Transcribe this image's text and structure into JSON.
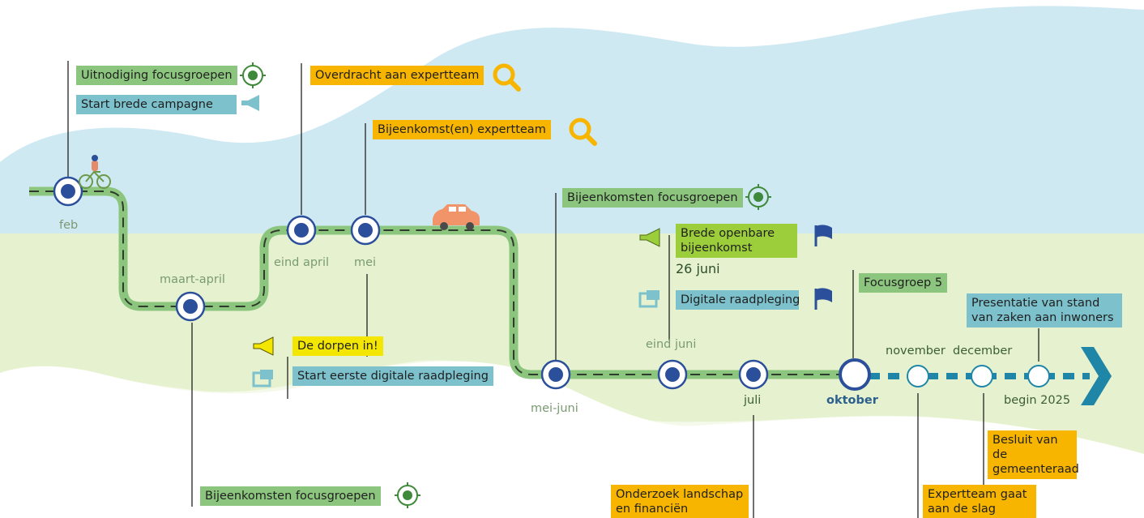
{
  "colors": {
    "sky": "#cfe9f3",
    "grass": "#e6f2cf",
    "road": "#8cc67e",
    "node": "#2b4f9a",
    "arrow": "#1f86a8"
  },
  "dates": {
    "feb": "feb",
    "maart_april": "maart-april",
    "eind_april": "eind april",
    "mei": "mei",
    "mei_juni": "mei-juni",
    "eind_juni": "eind juni",
    "juli": "juli",
    "oktober": "oktober",
    "november": "november",
    "december": "december",
    "begin_2025": "begin 2025",
    "juni_26": "26 juni"
  },
  "events": {
    "uitnodiging": "Uitnodiging focusgroepen",
    "start_campagne": "Start brede campagne",
    "overdracht": "Overdracht aan expertteam",
    "bijeenkomst_expertteam": "Bijeenkomst(en) expertteam",
    "bijeenkomsten_focus_top": "Bijeenkomsten focusgroepen",
    "brede_openbare": "Brede openbare bijeenkomst",
    "digitale_raadpleging": "Digitale raadpleging",
    "focusgroep5": "Focusgroep 5",
    "presentatie": "Presentatie van stand van zaken aan inwoners",
    "dorpen_in": "De dorpen in!",
    "start_eerste_digitale": "Start eerste digitale raadpleging",
    "besluit": "Besluit van de gemeenteraad",
    "bijeenkomsten_focus_bottom": "Bijeenkomsten focusgroepen",
    "onderzoek": "Onderzoek landschap en financiën",
    "expertteam_slag": "Expertteam gaat aan de slag"
  },
  "icons": {
    "target": "target-icon",
    "megaphone": "megaphone-icon",
    "magnifier": "magnifier-icon",
    "screen": "screen-icon",
    "flag": "flag-icon",
    "cyclist": "cyclist-icon",
    "car": "car-icon"
  }
}
